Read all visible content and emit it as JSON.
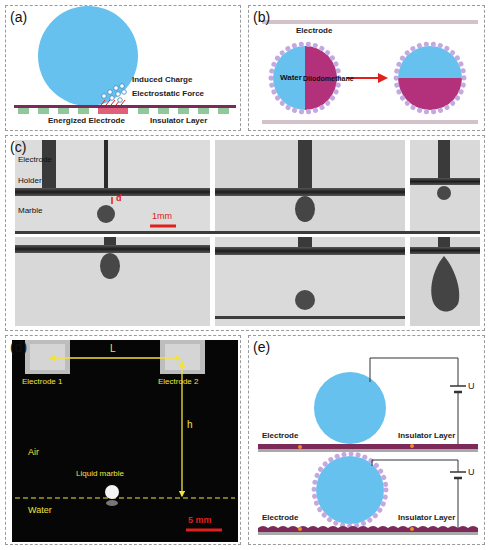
{
  "diagram": {
    "nodes": [
      {
        "text": [
          "(a)"
        ]
      },
      {
        "text": [
          "(b)"
        ]
      },
      {
        "text": [
          "(c)"
        ]
      },
      {
        "text": [
          "(d)"
        ]
      },
      {
        "text": [
          "(e)"
        ]
      }
    ],
    "labels": [
      "Induced Charge",
      "Electrostatic Force",
      "Energized Electrode",
      "Insulator Layer",
      "Electrode",
      "Water",
      "Diiodomethane",
      "Electrode",
      "Holder",
      "Marble",
      "d",
      "1mm",
      "Electrode 1",
      "Electrode 2",
      "L",
      "h",
      "Air",
      "Liquid marble",
      "Water",
      "5 mm",
      "U",
      "Electrode",
      "Insulator Layer",
      "U",
      "Electrode",
      "Insulator Layer"
    ]
  }
}
